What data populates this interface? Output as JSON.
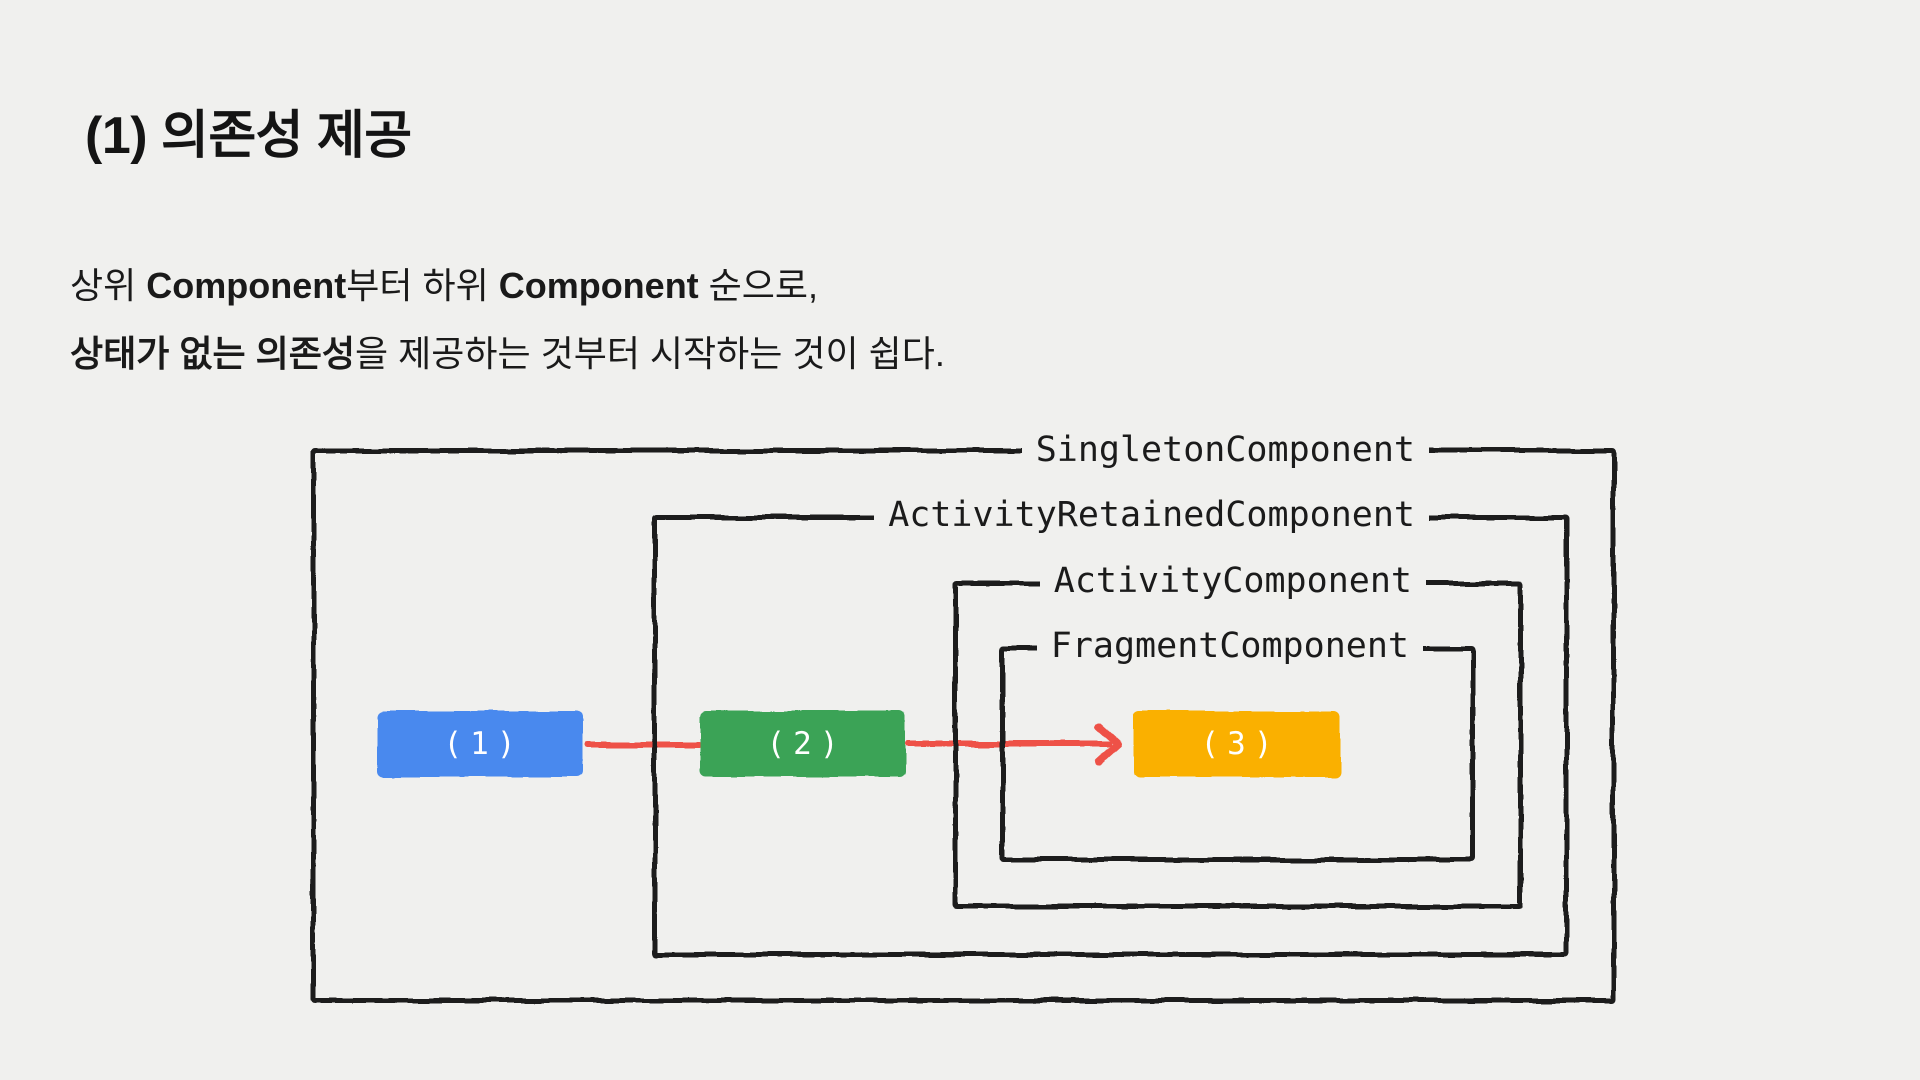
{
  "slide": {
    "background_color": "#F0F0EE",
    "title": "(1) 의존성 제공",
    "body": {
      "line1": [
        {
          "text": "상위 "
        },
        {
          "text": "Component"
        },
        {
          "text": "부터 하위 "
        },
        {
          "text": "Component"
        },
        {
          "text": " 순으로,"
        }
      ],
      "line2": [
        {
          "text": "상태가 없는 의존성"
        },
        {
          "text": "을 제공하는 것부터 시작하는 것이 쉽다."
        }
      ]
    },
    "diagram": {
      "frame_color": "#1B1B1B",
      "components": [
        {
          "label": "SingletonComponent"
        },
        {
          "label": "ActivityRetainedComponent"
        },
        {
          "label": "ActivityComponent"
        },
        {
          "label": "FragmentComponent"
        }
      ],
      "nodes": [
        {
          "label": "(1)",
          "color": "#4A89EE"
        },
        {
          "label": "(2)",
          "color": "#3AA357"
        },
        {
          "label": "(3)",
          "color": "#FAB005"
        }
      ],
      "arrows": [
        {
          "from": "(1)",
          "to": "(2)",
          "head": false
        },
        {
          "from": "(2)",
          "to": "(3)",
          "head": true
        }
      ],
      "arrow_color": "#EE5147"
    }
  }
}
